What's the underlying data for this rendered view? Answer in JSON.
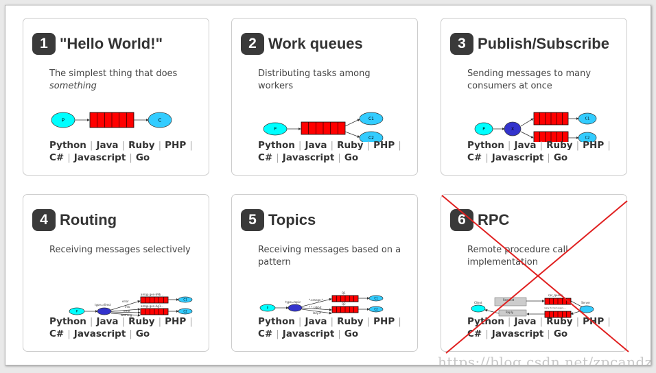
{
  "cards": [
    {
      "num": "1",
      "title": "\"Hello World!\"",
      "desc": "The simplest thing that does ",
      "desc_em": "something"
    },
    {
      "num": "2",
      "title": "Work queues",
      "desc": "Distributing tasks among workers",
      "desc_em": ""
    },
    {
      "num": "3",
      "title": "Publish/Subscribe",
      "desc": "Sending messages to many consumers at once",
      "desc_em": ""
    },
    {
      "num": "4",
      "title": "Routing",
      "desc": "Receiving messages selectively",
      "desc_em": ""
    },
    {
      "num": "5",
      "title": "Topics",
      "desc": "Receiving messages based on a pattern",
      "desc_em": ""
    },
    {
      "num": "6",
      "title": "RPC",
      "desc": "Remote procedure call implementation",
      "desc_em": ""
    }
  ],
  "languages": [
    "Python",
    "Java",
    "Ruby",
    "PHP",
    "C#",
    "Javascript",
    "Go"
  ],
  "diagram_labels": {
    "p": "P",
    "c": "C",
    "c1": "C1",
    "c2": "C2",
    "x": "X",
    "direct": "type=direct",
    "error": "error",
    "info": "info",
    "warning": "warning",
    "q1_routing": "amqp.gen-S9b...",
    "q2_routing": "amqp.gen-Ag1...",
    "topic": "type=topic",
    "orange": "*.orange.*",
    "rabbit": "*.*.rabbit",
    "lazy": "lazy.#",
    "q1": "Q1",
    "q2": "Q2",
    "client": "Client",
    "server": "Server",
    "rpc_queue": "rpc_queue",
    "request": "Request",
    "reply": "Reply",
    "reply_to": "reply_to=amq.gen-..."
  },
  "watermark": "https://blog.csdn.net/zpcandzhi",
  "colors": {
    "producer": "#00ffff",
    "consumer": "#33ccff",
    "queue": "#ff0000",
    "exchange": "#3333cc",
    "cross": "#e02020"
  }
}
